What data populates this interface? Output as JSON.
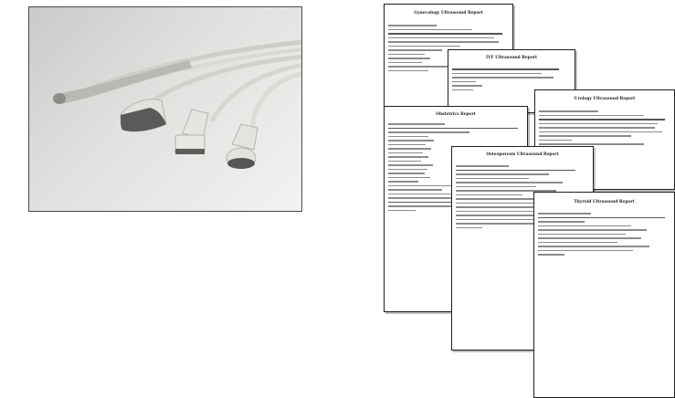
{
  "photo": {
    "subject": "ultrasound-probes",
    "background_colors": [
      "#c9cbc8",
      "#f2f2f0"
    ],
    "cable_color": "#d7d6cf",
    "probe_color": "#e3e2dc",
    "probe_tip_color": "#5a5a58"
  },
  "reports": [
    {
      "title": "Gynecology Ultrasound Report"
    },
    {
      "title": "IVF Ultrasound Report"
    },
    {
      "title": "Urology Ultrasound Report"
    },
    {
      "title": "Obstetrics Report"
    },
    {
      "title": "Osteoporosis Ultrasound Report"
    },
    {
      "title": "Thyroid Ultrasound Report"
    }
  ]
}
